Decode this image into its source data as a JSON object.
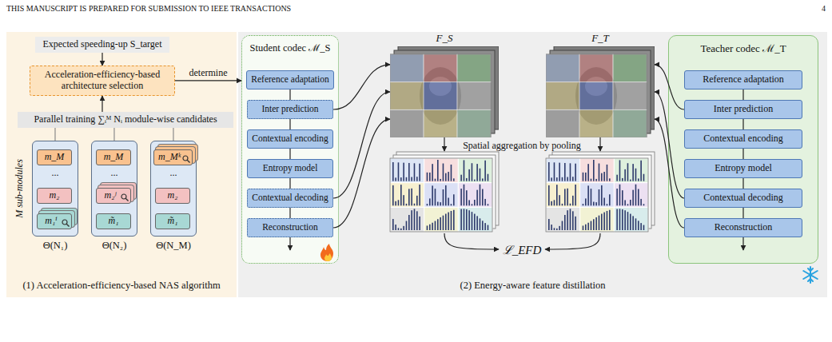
{
  "diagram": {
    "nodes": [
      {
        "text": [
          "(1) Acceleration-efficiency-based NAS algorithm"
        ]
      },
      {
        "text": [
          "Expected speeding-up S_target"
        ],
        "in": 0
      },
      {
        "text": [
          "Acceleration-efficiency-based architecture selection"
        ],
        "in": 0
      },
      {
        "text": [
          "Parallel training ∑ᵢᴹ Nᵢ module-wise candidates"
        ],
        "in": 0
      },
      {
        "text": [
          "Θ(N₁)"
        ],
        "in": 0
      },
      {
        "text": [
          "m_M"
        ],
        "in": 4
      },
      {
        "text": [
          "m₂"
        ],
        "in": 4
      },
      {
        "text": [
          "m₁ⁱ"
        ],
        "in": 4
      },
      {
        "text": [
          "Θ(N₂)"
        ],
        "in": 0
      },
      {
        "text": [
          "m_M"
        ],
        "in": 8
      },
      {
        "text": [
          "m₂ʲ"
        ],
        "in": 8
      },
      {
        "text": [
          "m̃₁"
        ],
        "in": 8
      },
      {
        "text": [
          "Θ(N_M)"
        ],
        "in": 0
      },
      {
        "text": [
          "m_Mᵏ"
        ],
        "in": 12
      },
      {
        "text": [
          "m₂"
        ],
        "in": 12
      },
      {
        "text": [
          "m̃₁"
        ],
        "in": 12
      },
      {
        "text": [
          "(2) Energy-aware feature distillation"
        ]
      },
      {
        "text": [
          "Student codec ℳ_S"
        ],
        "in": 16
      },
      {
        "text": [
          "Reference adaptation"
        ],
        "in": 17
      },
      {
        "text": [
          "Inter prediction"
        ],
        "in": 17
      },
      {
        "text": [
          "Contextual encoding"
        ],
        "in": 17
      },
      {
        "text": [
          "Entropy model"
        ],
        "in": 17
      },
      {
        "text": [
          "Contextual decoding"
        ],
        "in": 17
      },
      {
        "text": [
          "Reconstruction"
        ],
        "in": 17
      },
      {
        "text": [
          "F_S"
        ],
        "in": 16
      },
      {
        "text": [
          "F_T"
        ],
        "in": 16
      },
      {
        "text": [
          "Teacher codec ℳ_T"
        ],
        "in": 16
      },
      {
        "text": [
          "Reference adaptation"
        ],
        "in": 26
      },
      {
        "text": [
          "Inter prediction"
        ],
        "in": 26
      },
      {
        "text": [
          "Contextual encoding"
        ],
        "in": 26
      },
      {
        "text": [
          "Entropy model"
        ],
        "in": 26
      },
      {
        "text": [
          "Contextual decoding"
        ],
        "in": 26
      },
      {
        "text": [
          "Reconstruction"
        ],
        "in": 26
      }
    ],
    "edges": [
      {
        "from": 1,
        "to": 2,
        "arrow": "to"
      },
      {
        "from": 3,
        "to": 2,
        "arrow": "to"
      },
      {
        "from": 4,
        "to": 3,
        "arrow": "none"
      },
      {
        "from": 8,
        "to": 3,
        "arrow": "none"
      },
      {
        "from": 12,
        "to": 3,
        "arrow": "none"
      },
      {
        "from": 2,
        "to": 17,
        "label": "determine",
        "arrow": "to"
      },
      {
        "from": 18,
        "to": 19,
        "arrow": "none"
      },
      {
        "from": 19,
        "to": 20,
        "arrow": "none"
      },
      {
        "from": 20,
        "to": 21,
        "arrow": "none"
      },
      {
        "from": 21,
        "to": 22,
        "arrow": "none"
      },
      {
        "from": 22,
        "to": 23,
        "arrow": "none"
      },
      {
        "from": 27,
        "to": 28,
        "arrow": "none"
      },
      {
        "from": 28,
        "to": 29,
        "arrow": "none"
      },
      {
        "from": 29,
        "to": 30,
        "arrow": "none"
      },
      {
        "from": 30,
        "to": 31,
        "arrow": "none"
      },
      {
        "from": 31,
        "to": 32,
        "arrow": "none"
      },
      {
        "from": 19,
        "to": 24,
        "arrow": "to"
      },
      {
        "from": 22,
        "to": 24,
        "arrow": "to"
      },
      {
        "from": 23,
        "to": 24,
        "arrow": "to"
      },
      {
        "from": 28,
        "to": 25,
        "arrow": "to"
      },
      {
        "from": 31,
        "to": 25,
        "arrow": "to"
      },
      {
        "from": 32,
        "to": 25,
        "arrow": "to"
      }
    ],
    "labels": [
      "THIS MANUSCRIPT IS PREPARED FOR SUBMISSION TO IEEE TRANSACTIONS",
      "4",
      "M sub-modules",
      "...",
      "...",
      "...",
      "Spatial aggregation by pooling",
      "ℒ_EFD"
    ]
  }
}
